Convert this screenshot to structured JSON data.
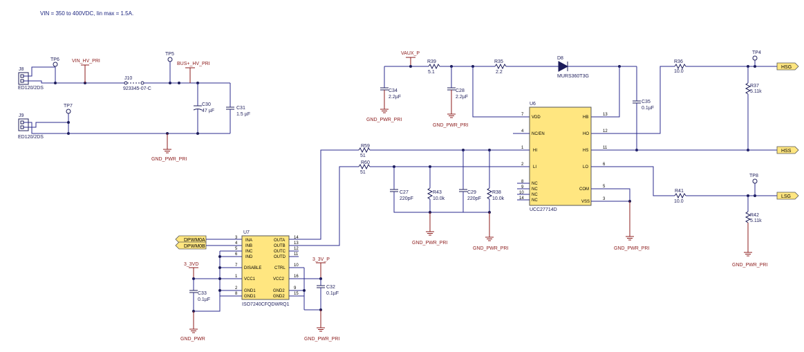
{
  "note": "VIN = 350 to 400VDC, Iin max = 1.5A.",
  "nets": {
    "vin_hv_pri": "VIN_HV_PRI",
    "bus_hv_pri": "BUS+_HV_PRI",
    "vaux_p": "VAUX_P",
    "v3_3vd": "3_3VD",
    "v3_3v_p": "3_3V_P",
    "gnd_pwr_pri": "GND_PWR_PRI",
    "gnd_pwr": "GND_PWR"
  },
  "flags": {
    "hsg": "HSG",
    "hss": "HSS",
    "lsg": "LSG",
    "dpwm0a": "DPWM0A",
    "dpwm0b": "DPWM0B"
  },
  "connectors": {
    "j8": {
      "ref": "J8",
      "part": "ED120/2DS"
    },
    "j9": {
      "ref": "J9",
      "part": "ED120/2DS"
    },
    "j10": {
      "ref": "J10",
      "part": "923345-07-C"
    }
  },
  "testpoints": {
    "tp4": "TP4",
    "tp5": "TP5",
    "tp6": "TP6",
    "tp7": "TP7",
    "tp8": "TP8"
  },
  "components": {
    "c30": {
      "ref": "C30",
      "value": "47 µF"
    },
    "c31": {
      "ref": "C31",
      "value": "1.5 µF"
    },
    "c34": {
      "ref": "C34",
      "value": "2.2µF"
    },
    "c28": {
      "ref": "C28",
      "value": "2.2µF"
    },
    "c35": {
      "ref": "C35",
      "value": "0.1µF"
    },
    "c27": {
      "ref": "C27",
      "value": "220pF"
    },
    "c29": {
      "ref": "C29",
      "value": "220pF"
    },
    "c33": {
      "ref": "C33",
      "value": "0.1µF"
    },
    "c32": {
      "ref": "C32",
      "value": "0.1µF"
    },
    "r39": {
      "ref": "R39",
      "value": "5.1"
    },
    "r35": {
      "ref": "R35",
      "value": "2.2"
    },
    "r36": {
      "ref": "R36",
      "value": "10.0"
    },
    "r37": {
      "ref": "R37",
      "value": "5.11k"
    },
    "r59": {
      "ref": "R59",
      "value": "51"
    },
    "r60": {
      "ref": "R60",
      "value": "51"
    },
    "r43": {
      "ref": "R43",
      "value": "10.0k"
    },
    "r38": {
      "ref": "R38",
      "value": "10.0k"
    },
    "r41": {
      "ref": "R41",
      "value": "10.0"
    },
    "r42": {
      "ref": "R42",
      "value": "5.11k"
    },
    "d8": {
      "ref": "D8",
      "part": "MURS360T3G"
    }
  },
  "u6": {
    "ref": "U6",
    "part": "UCC27714D",
    "left_pins": [
      {
        "num": "7",
        "name": "VDD"
      },
      {
        "num": "4",
        "name": "NC/EN"
      },
      {
        "num": "1",
        "name": "HI"
      },
      {
        "num": "2",
        "name": "LI"
      },
      {
        "num": "8",
        "name": "NC"
      },
      {
        "num": "9",
        "name": "NC"
      },
      {
        "num": "10",
        "name": "NC"
      },
      {
        "num": "14",
        "name": "NC"
      }
    ],
    "right_pins": [
      {
        "num": "13",
        "name": "HB"
      },
      {
        "num": "12",
        "name": "HO"
      },
      {
        "num": "11",
        "name": "HS"
      },
      {
        "num": "6",
        "name": "LO"
      },
      {
        "num": "5",
        "name": "COM"
      },
      {
        "num": "3",
        "name": "VSS"
      }
    ]
  },
  "u7": {
    "ref": "U7",
    "part": "ISO7240CFQDWRQ1",
    "left_pins": [
      {
        "num": "3",
        "name": "INA"
      },
      {
        "num": "4",
        "name": "INB"
      },
      {
        "num": "5",
        "name": "INC"
      },
      {
        "num": "6",
        "name": "IND"
      },
      {
        "num": "7",
        "name": "DISABLE"
      },
      {
        "num": "1",
        "name": "VCC1"
      },
      {
        "num": "2",
        "name": "GND1"
      },
      {
        "num": "8",
        "name": "GND1"
      }
    ],
    "right_pins": [
      {
        "num": "14",
        "name": "OUTA"
      },
      {
        "num": "13",
        "name": "OUTB"
      },
      {
        "num": "12",
        "name": "OUTC"
      },
      {
        "num": "11",
        "name": "OUTD"
      },
      {
        "num": "10",
        "name": "CTRL"
      },
      {
        "num": "16",
        "name": "VCC2"
      },
      {
        "num": "9",
        "name": "GND2"
      },
      {
        "num": "15",
        "name": "GND2"
      }
    ]
  }
}
